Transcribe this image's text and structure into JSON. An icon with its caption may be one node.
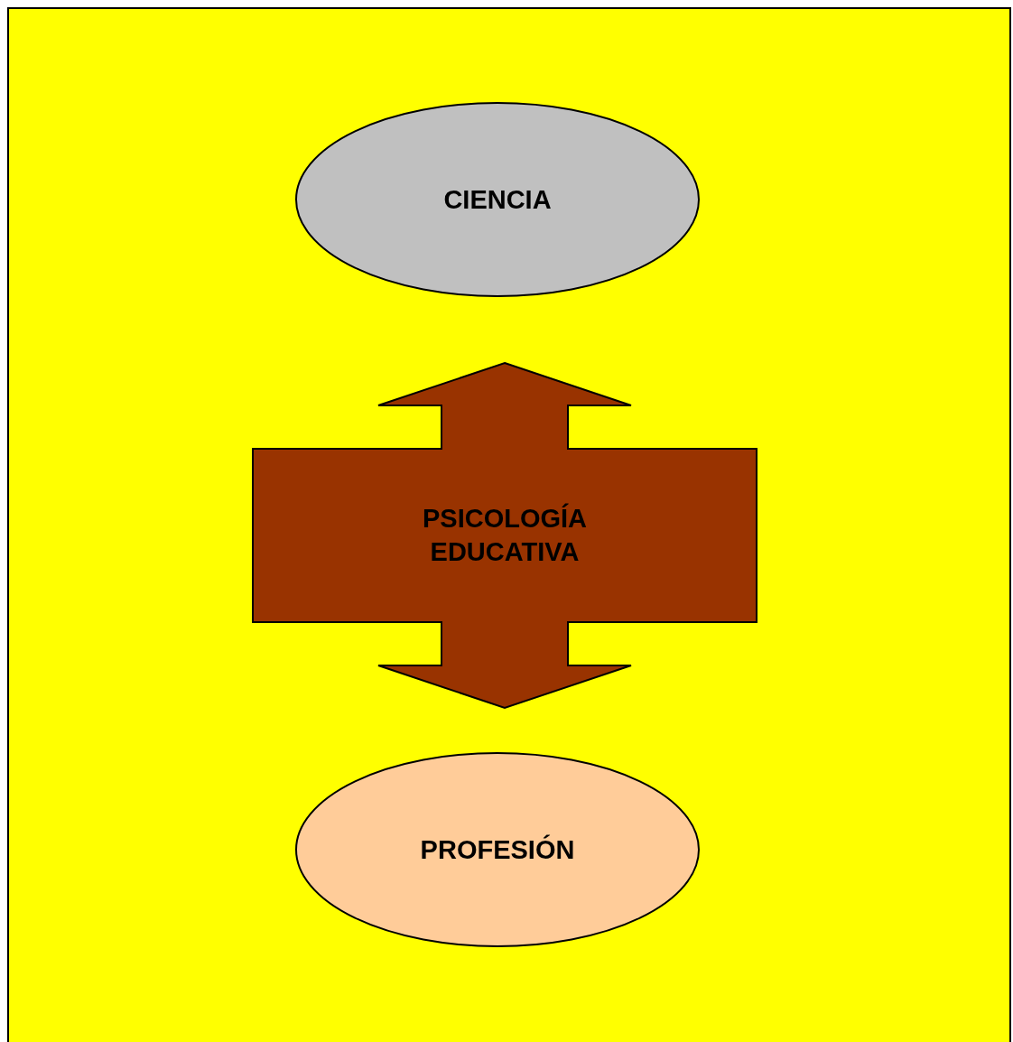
{
  "diagram": {
    "nodes": [
      {
        "text": [
          "CIENCIA"
        ]
      },
      {
        "text": [
          "PSICOLOGÍA EDUCATIVA"
        ]
      },
      {
        "text": [
          "PROFESIÓN"
        ]
      }
    ]
  }
}
